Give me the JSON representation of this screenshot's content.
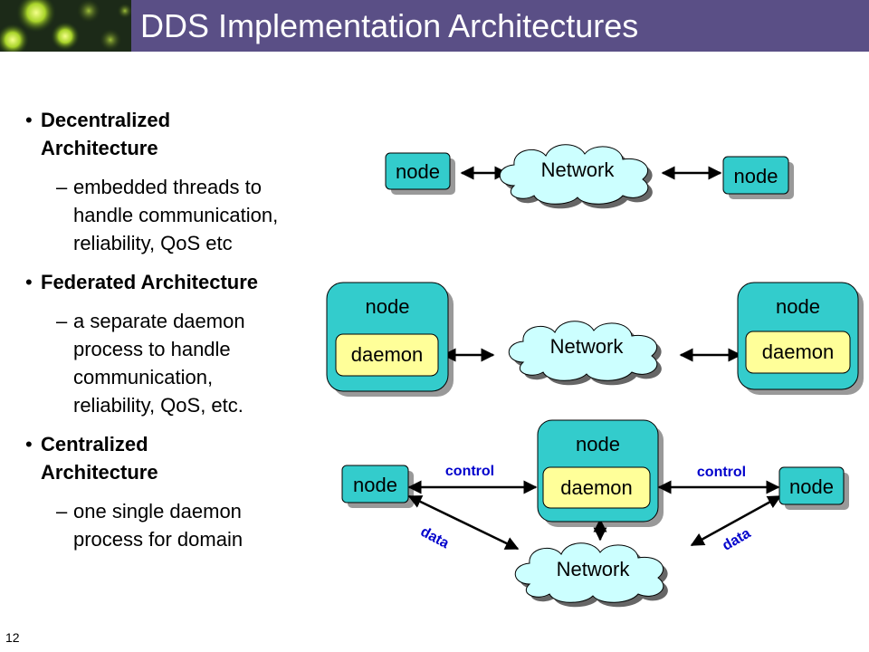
{
  "slide": {
    "title": "DDS Implementation Architectures",
    "page_number": "12",
    "colors": {
      "banner": "#5a4f86",
      "node_fill": "#33cccc",
      "daemon_fill": "#ffff99",
      "cloud_fill": "#ccffff",
      "label_blue": "#0000cc"
    }
  },
  "bullets": [
    {
      "heading_lines": [
        "Decentralized",
        "Architecture"
      ],
      "sub_lines": [
        "embedded threads to",
        "handle communication,",
        "reliability, QoS etc"
      ]
    },
    {
      "heading_lines": [
        "Federated Architecture"
      ],
      "sub_lines": [
        "a separate daemon",
        "process to handle",
        "communication,",
        "reliability, QoS, etc."
      ]
    },
    {
      "heading_lines": [
        "Centralized",
        "Architecture"
      ],
      "sub_lines": [
        "one single daemon",
        "process for domain"
      ]
    }
  ],
  "diagram": {
    "decentralized": {
      "left_node": "node",
      "network": "Network",
      "right_node": "node"
    },
    "federated": {
      "left_node": "node",
      "left_daemon": "daemon",
      "network": "Network",
      "right_node": "node",
      "right_daemon": "daemon"
    },
    "centralized": {
      "left_node": "node",
      "center_node": "node",
      "center_daemon": "daemon",
      "right_node": "node",
      "network": "Network",
      "control_left": "control",
      "control_right": "control",
      "data_left": "data",
      "data_right": "data"
    }
  }
}
